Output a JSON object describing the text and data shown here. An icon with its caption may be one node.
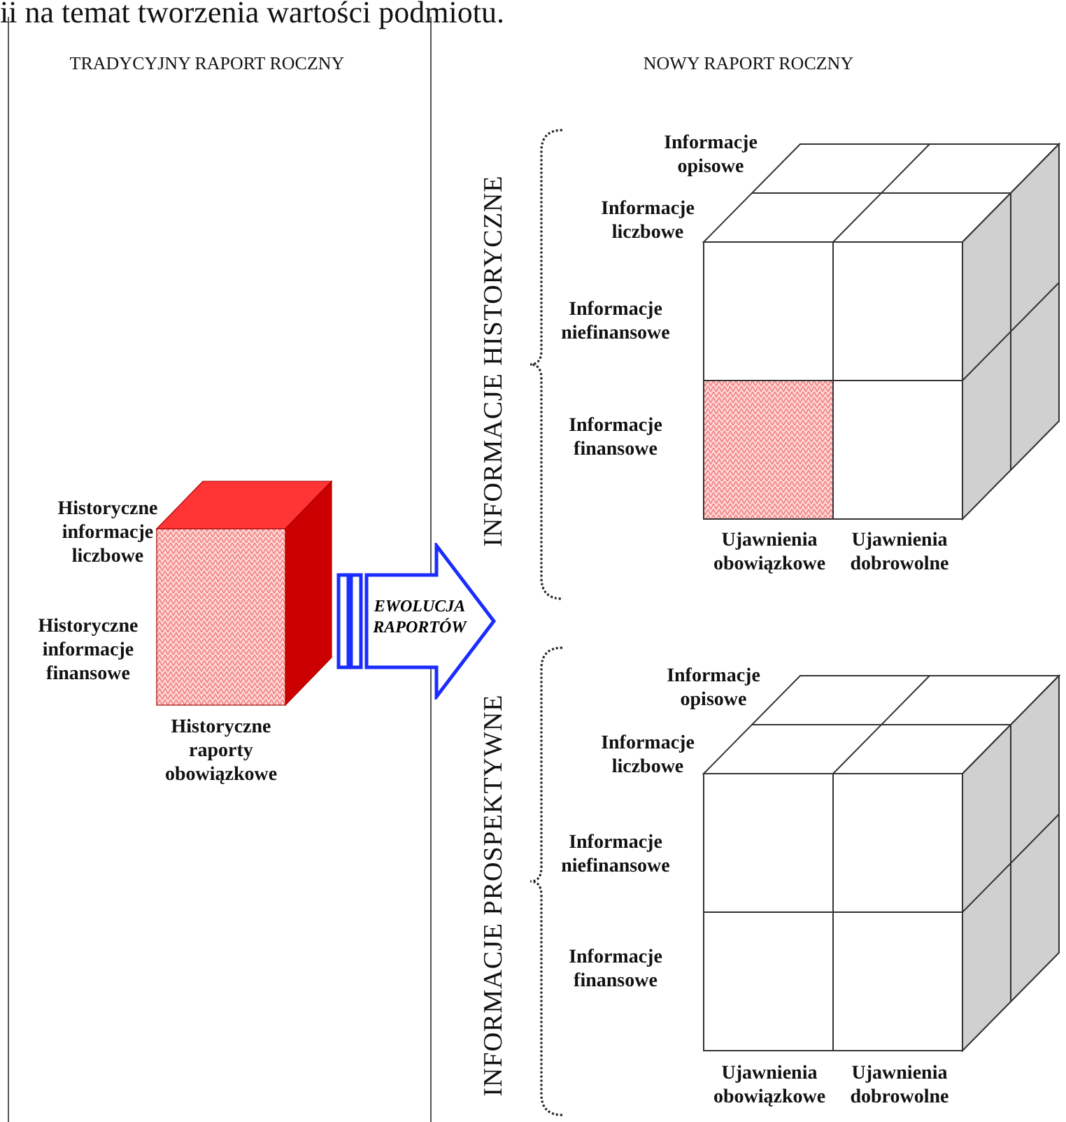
{
  "diagram": {
    "nodes": [
      {
        "text": [
          "EWOLUCJA RAPORTÓW"
        ]
      }
    ],
    "edges": [],
    "labels": [
      "ii na temat tworzenia wartości podmiotu.",
      "TRADYCYJNY RAPORT ROCZNY",
      "NOWY RAPORT ROCZNY",
      "Informacje opisowe",
      "Informacje liczbowe",
      "INFORMACJE HISTORYCZNE",
      "Informacje niefinansowe",
      "Informacje finansowe",
      "Historyczne informacje liczbowe",
      "Ujawnienia obowiązkowe",
      "Ujawnienia dobrowolne",
      "Historyczne informacje finansowe",
      "Historyczne raporty obowiązkowe",
      "Informacje opisowe",
      "INFORMACJE PROSPEKTYWNE",
      "Informacje liczbowe",
      "Informacje niefinansowe",
      "Informacje finansowe",
      "Ujawnienia obowiązkowe",
      "Ujawnienia dobrowolne"
    ]
  }
}
